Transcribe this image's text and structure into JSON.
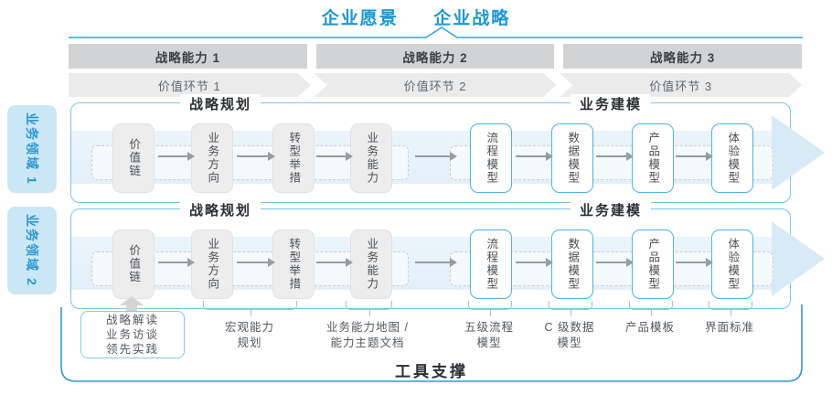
{
  "title": {
    "vision": "企业愿景",
    "strategy": "企业战略"
  },
  "capability_row": [
    "战略能力 1",
    "战略能力 2",
    "战略能力 3"
  ],
  "value_row": [
    "价值环节 1",
    "价值环节 2",
    "价值环节 3"
  ],
  "domain_labels": [
    "业务领域 1",
    "业务领域 2"
  ],
  "band": {
    "planning_header": "战略规划",
    "modeling_header": "业务建模",
    "planning_boxes": [
      "价值链",
      "业务方向",
      "转型举措",
      "业务能力"
    ],
    "modeling_boxes": [
      "流程模型",
      "数据模型",
      "产品模型",
      "体验模型"
    ]
  },
  "annotations": {
    "practice_lines": [
      "战略解读",
      "业务访谈",
      "领先实践"
    ],
    "tool_labels": [
      {
        "lines": [
          "宏观能力",
          "规划"
        ]
      },
      {
        "lines": [
          "业务能力地图 /",
          "能力主题文档"
        ]
      },
      {
        "lines": [
          "五级流程",
          "模型"
        ]
      },
      {
        "lines": [
          "C 级数据",
          "模型"
        ]
      },
      {
        "lines": [
          "产品模板"
        ]
      },
      {
        "lines": [
          "界面标准"
        ]
      }
    ]
  },
  "footer_label": "工具支撑",
  "colors": {
    "accent_blue": "#1898d6",
    "container_blue": "#2d9bd3",
    "band_border": "#7cc5e6",
    "band_fill": "#e8f2fa",
    "arrowhead_fill": "#d9eaf7",
    "bar_gray": "#d2d3d4",
    "chevron_gray": "#ebebec",
    "sidebar_fill": "#cbe7f5",
    "box_gray": "#ededee",
    "box_blue_border": "#51b2e2"
  }
}
